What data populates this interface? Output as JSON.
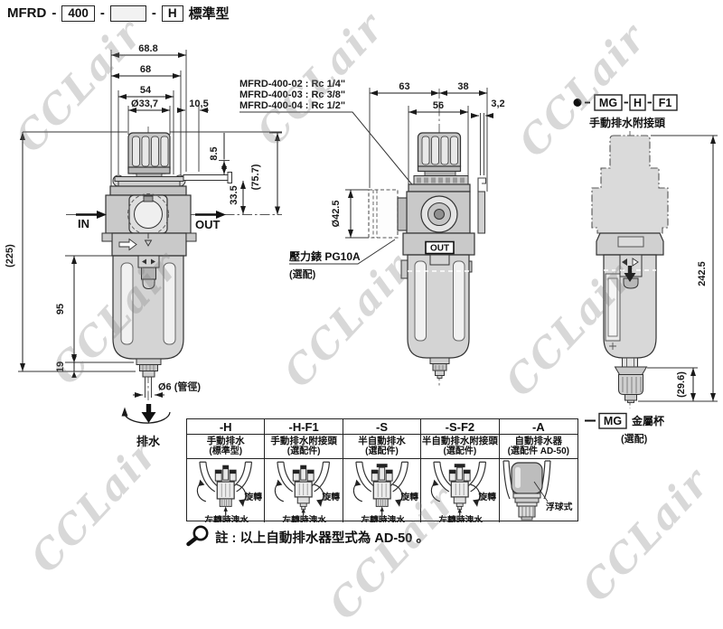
{
  "watermark_text": "CCLair",
  "title": {
    "model": "MFRD",
    "sep1": "-",
    "size": "400",
    "sep2": "-",
    "blank": "",
    "sep3": "-",
    "type": "H",
    "suffix": "標準型"
  },
  "front": {
    "dim_width_overall": "68.8",
    "dim_width_body": "68",
    "dim_width_collar": "54",
    "dim_knob": "Ø33,7",
    "dim_rod": "10,5",
    "dim_rod_h": "8.5",
    "dim_center_h": "33.5",
    "dim_top_h": "(75.7)",
    "dim_total_h": "(225)",
    "dim_bowl_h": "95",
    "dim_drain_h": "19",
    "dim_pipe": "Ø6 (管徑)",
    "in_label": "IN",
    "out_label": "OUT",
    "drain_label": "排水"
  },
  "side": {
    "port1": "MFRD-400-02 : Rc 1/4\"",
    "port2": "MFRD-400-03 : Rc 3/8\"",
    "port3": "MFRD-400-04 : Rc 1/2\"",
    "dim_left": "63",
    "dim_right": "38",
    "dim_body": "56",
    "dim_bracket": "3,2",
    "dim_gauge": "Ø42.5",
    "gauge_label": "壓力錶 PG10A",
    "gauge_note": "(選配)",
    "out_label": "OUT"
  },
  "option": {
    "box_mg": "MG",
    "box_h": "H",
    "box_f1": "F1",
    "label": "手動排水附接頭",
    "dim_total": "242.5",
    "dim_drain": "(29.6)",
    "mg_box": "MG",
    "mg_label": "金屬杯",
    "mg_note": "(選配)"
  },
  "table": {
    "columns": [
      {
        "code": "-H",
        "name": "手動排水",
        "note": "(標準型)",
        "rotate": "旋轉",
        "caption": "左轉時洩水"
      },
      {
        "code": "-H-F1",
        "name": "手動排水附接頭",
        "note": "(選配件)",
        "rotate": "旋轉",
        "caption": "左轉時洩水"
      },
      {
        "code": "-S",
        "name": "半自動排水",
        "note": "(選配件)",
        "rotate": "旋轉",
        "caption": "左轉時洩水"
      },
      {
        "code": "-S-F2",
        "name": "半自動排水附接頭",
        "note": "(選配件)",
        "rotate": "旋轉",
        "caption": "左轉時洩水"
      },
      {
        "code": "-A",
        "name": "自動排水器",
        "note": "(選配件 AD-50)",
        "float_label": "浮球式"
      }
    ]
  },
  "note": "註 :  以上自動排水器型式為 AD-50 。"
}
